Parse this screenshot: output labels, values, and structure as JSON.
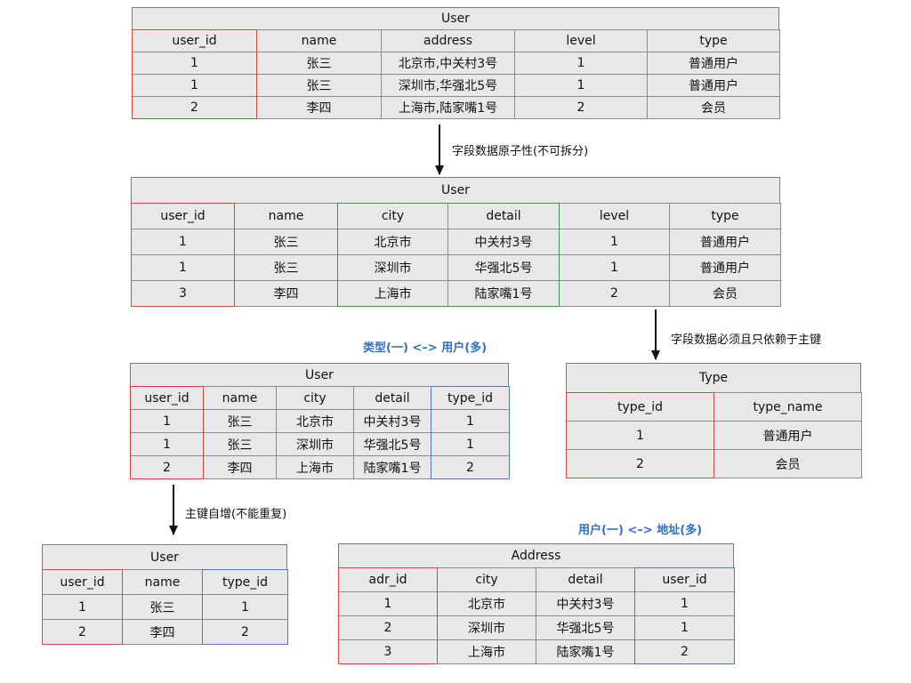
{
  "colors": {
    "table_fill": "#e8e8e8",
    "primary_key_border": "#cc4b3c",
    "split_field_border": "#3f9a3f",
    "foreign_key_border": "#4a7cc6",
    "relation_label": "#2f6fc4"
  },
  "tables": {
    "t1": {
      "title": "User",
      "headers": [
        "user_id",
        "name",
        "address",
        "level",
        "type"
      ],
      "rows": [
        [
          "1",
          "张三",
          "北京市,中关村3号",
          "1",
          "普通用户"
        ],
        [
          "1",
          "张三",
          "深圳市,华强北5号",
          "1",
          "普通用户"
        ],
        [
          "2",
          "李四",
          "上海市,陆家嘴1号",
          "2",
          "会员"
        ]
      ]
    },
    "t2": {
      "title": "User",
      "headers": [
        "user_id",
        "name",
        "city",
        "detail",
        "level",
        "type"
      ],
      "rows": [
        [
          "1",
          "张三",
          "北京市",
          "中关村3号",
          "1",
          "普通用户"
        ],
        [
          "1",
          "张三",
          "深圳市",
          "华强北5号",
          "1",
          "普通用户"
        ],
        [
          "3",
          "李四",
          "上海市",
          "陆家嘴1号",
          "2",
          "会员"
        ]
      ]
    },
    "t3": {
      "title": "User",
      "headers": [
        "user_id",
        "name",
        "city",
        "detail",
        "type_id"
      ],
      "rows": [
        [
          "1",
          "张三",
          "北京市",
          "中关村3号",
          "1"
        ],
        [
          "1",
          "张三",
          "深圳市",
          "华强北5号",
          "1"
        ],
        [
          "2",
          "李四",
          "上海市",
          "陆家嘴1号",
          "2"
        ]
      ]
    },
    "t4": {
      "title": "Type",
      "headers": [
        "type_id",
        "type_name"
      ],
      "rows": [
        [
          "1",
          "普通用户"
        ],
        [
          "2",
          "会员"
        ]
      ]
    },
    "t5": {
      "title": "User",
      "headers": [
        "user_id",
        "name",
        "type_id"
      ],
      "rows": [
        [
          "1",
          "张三",
          "1"
        ],
        [
          "2",
          "李四",
          "2"
        ]
      ]
    },
    "t6": {
      "title": "Address",
      "headers": [
        "adr_id",
        "city",
        "detail",
        "user_id"
      ],
      "rows": [
        [
          "1",
          "北京市",
          "中关村3号",
          "1"
        ],
        [
          "2",
          "深圳市",
          "华强北5号",
          "1"
        ],
        [
          "3",
          "上海市",
          "陆家嘴1号",
          "2"
        ]
      ]
    }
  },
  "labels": {
    "atomicity": "字段数据原子性(不可拆分)",
    "depends_on_key": "字段数据必须且只依赖于主键",
    "auto_increment": "主键自增(不能重复)",
    "type_user_relation": "类型(一) <–> 用户(多)",
    "user_address_relation": "用户(一) <–> 地址(多)"
  }
}
